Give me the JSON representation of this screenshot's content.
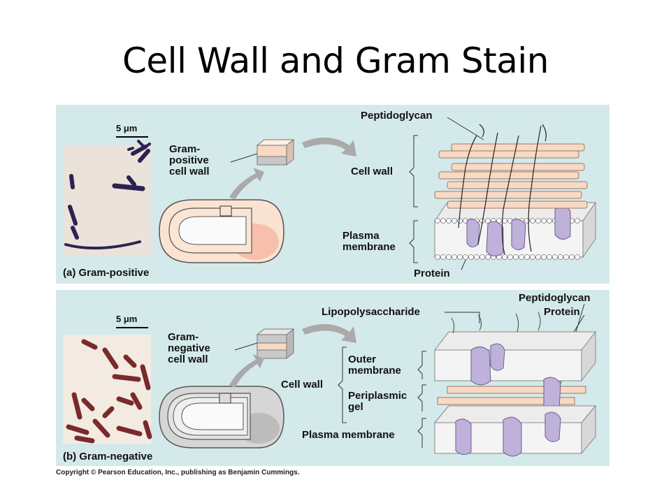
{
  "title": "Cell Wall and Gram Stain",
  "panel_a": {
    "caption": "(a) Gram-positive",
    "scale": "5 μm",
    "wall_label": "Gram-\npositive\ncell wall",
    "labels": {
      "peptidoglycan": "Peptidoglycan",
      "cell_wall": "Cell wall",
      "plasma_membrane": "Plasma\nmembrane",
      "protein": "Protein"
    }
  },
  "panel_b": {
    "caption": "(b) Gram-negative",
    "scale": "5 μm",
    "wall_label": "Gram-\nnegative\ncell wall",
    "labels": {
      "lipopolysaccharide": "Lipopolysaccharide",
      "peptidoglycan": "Peptidoglycan",
      "protein": "Protein",
      "cell_wall": "Cell wall",
      "outer_membrane": "Outer\nmembrane",
      "periplasmic_gel": "Periplasmic\ngel",
      "plasma_membrane": "Plasma membrane"
    }
  },
  "copyright": "Copyright © Pearson Education, Inc., publishing as Benjamin Cummings.",
  "colors": {
    "panel_bg": "#d4e9ea",
    "peptidoglycan": "#f8d9c3",
    "protein": "#bfb2da",
    "gram_positive_stain": "#2a2352",
    "gram_negative_stain": "#7a2a2a"
  }
}
